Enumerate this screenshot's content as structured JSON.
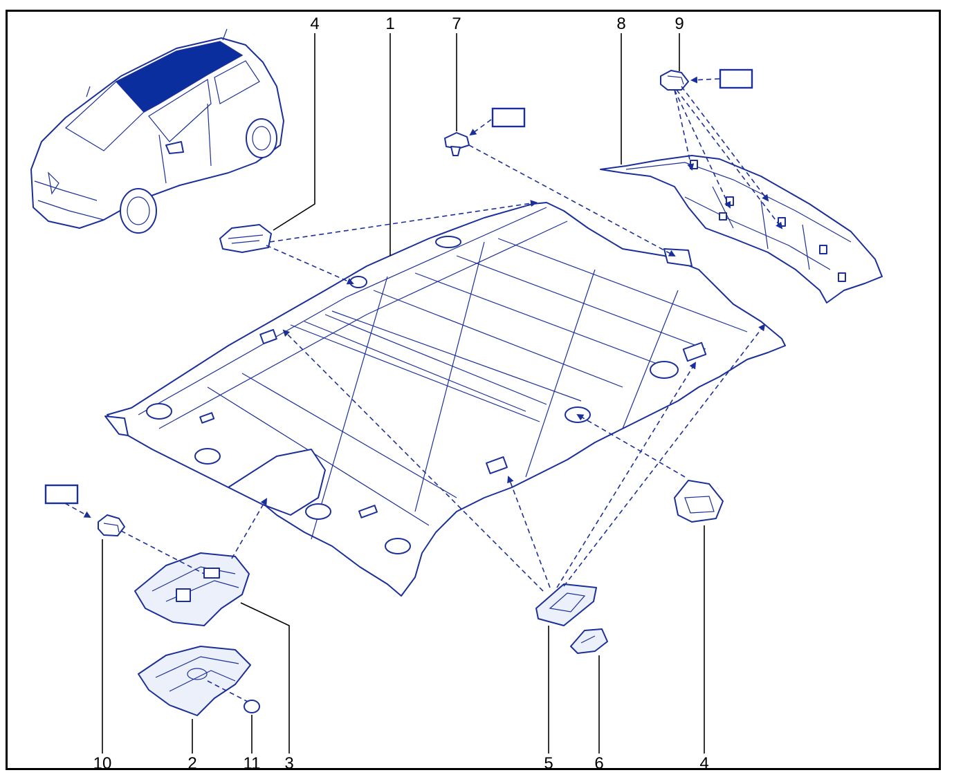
{
  "colors": {
    "line": "#1b2f98",
    "highlight": "#0a2e9e",
    "frame": "#000000",
    "background": "#ffffff"
  },
  "callouts": {
    "c1": "1",
    "c2": "2",
    "c3": "3",
    "c4_top": "4",
    "c4_bottom": "4",
    "c5": "5",
    "c6": "6",
    "c7": "7",
    "c8": "8",
    "c9": "9",
    "c10": "10",
    "c11": "11"
  },
  "icons": {
    "vehicle": "vehicle-locator-icon",
    "reference_box": "reference-box-icon"
  }
}
